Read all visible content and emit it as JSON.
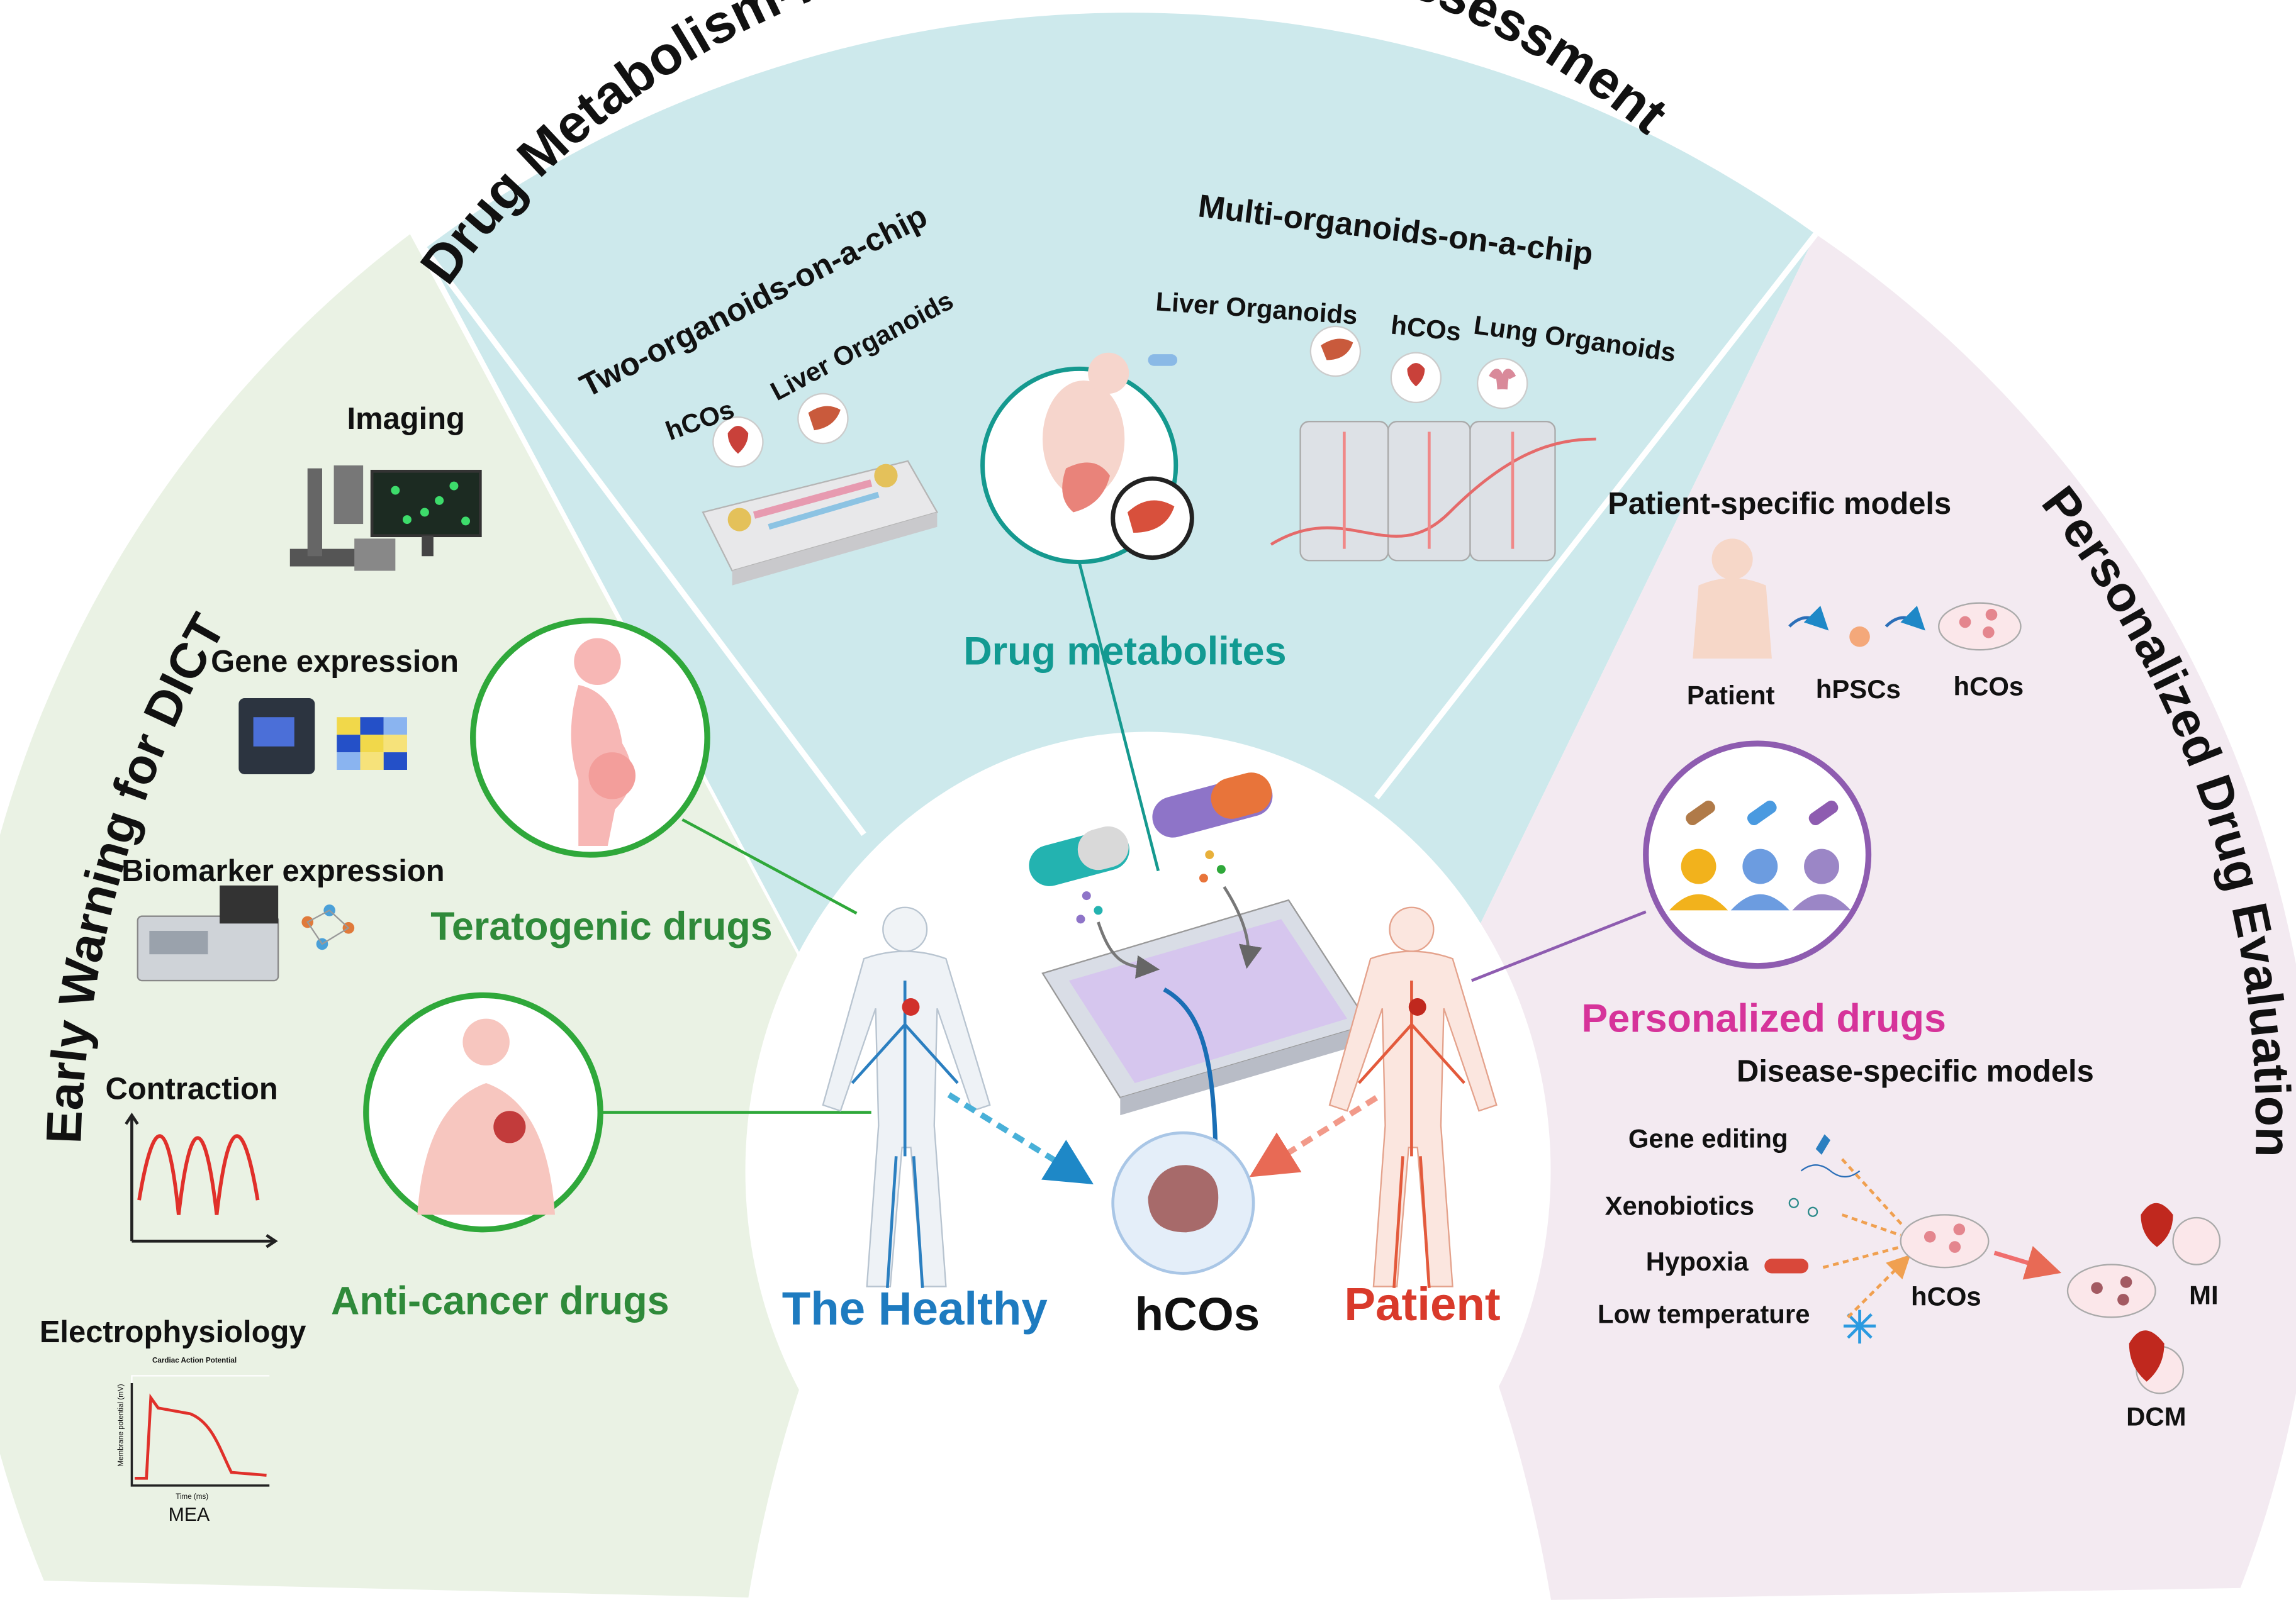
{
  "sections": {
    "top": {
      "title": "Drug Metabolism-related Cardiac Safety Assessment",
      "two_organoids_heading": "Two-organoids-on-a-chip",
      "two_organoids_items": [
        "hCOs",
        "Liver Organoids"
      ],
      "multi_organoids_heading": "Multi-organoids-on-a-chip",
      "multi_organoids_items": [
        "Liver Organoids",
        "hCOs",
        "Lung Organoids"
      ],
      "focus_label": "Drug metabolites"
    },
    "left": {
      "title": "Early Warning for DICT",
      "methods": [
        "Imaging",
        "Gene expression",
        "Biomarker expression",
        "Contraction",
        "Electrophysiology"
      ],
      "mea_label": "MEA",
      "mea_chart_title": "Cardiac Action Potential",
      "mea_ylabel": "Membrane potential (mV)",
      "mea_xlabel": "Time (ms)",
      "teratogenic_label": "Teratogenic drugs",
      "anticancer_label": "Anti-cancer drugs"
    },
    "right": {
      "title": "Personalized Drug Evaluation",
      "patient_specific_heading": "Patient-specific models",
      "patient_flow": [
        "Patient",
        "hPSCs",
        "hCOs"
      ],
      "personalized_label": "Personalized drugs",
      "disease_specific_heading": "Disease-specific models",
      "disease_inputs": [
        "Gene editing",
        "Xenobiotics",
        "Hypoxia",
        "Low temperature"
      ],
      "disease_center": "hCOs",
      "disease_outcomes": [
        "MI",
        "DCM"
      ]
    },
    "center": {
      "healthy_label": "The Healthy",
      "core_label": "hCOs",
      "patient_label": "Patient"
    }
  },
  "colors": {
    "left_bg": "#eaf2e4",
    "top_bg": "#cde9ec",
    "right_bg": "#f3eaf1",
    "green": "#2f8a3a",
    "teal": "#129a92",
    "healthy_blue": "#1e7bc0",
    "patient_red": "#d93a2b",
    "magenta": "#d6339a",
    "purple": "#8e5cb0"
  },
  "icons": [
    "microscope-icon",
    "pcr-machine-icon",
    "heatmap-icon",
    "lab-analyzer-icon",
    "molecule-network-icon",
    "pregnant-woman-icon",
    "human-torso-icon",
    "digestive-system-icon",
    "liver-icon",
    "heart-icon",
    "lung-icon",
    "pill-capsule-icon",
    "well-plate-icon",
    "organoid-icon",
    "people-group-icon",
    "petri-dish-icon",
    "dna-icon",
    "snowflake-icon"
  ]
}
